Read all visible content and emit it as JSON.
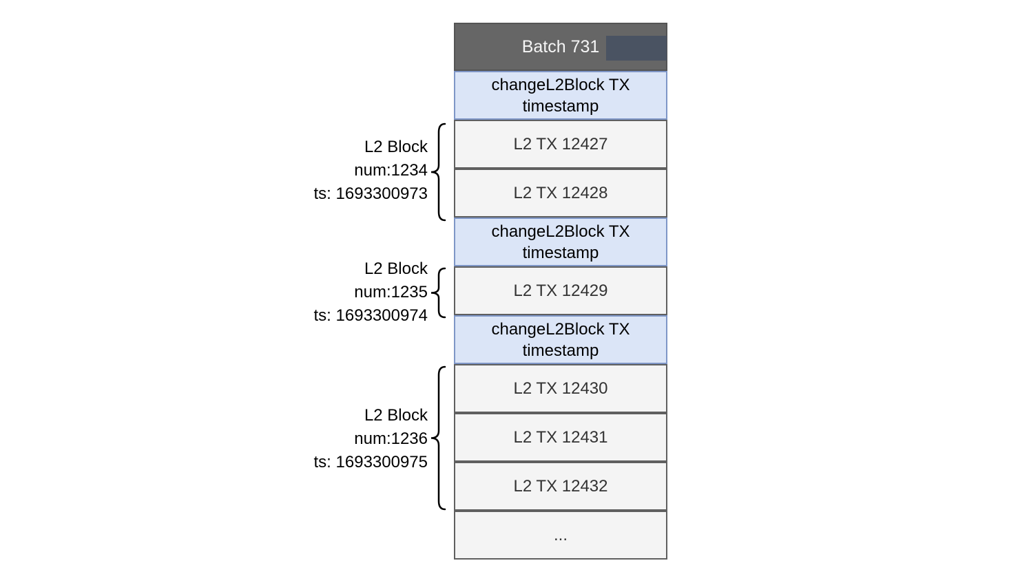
{
  "batch": {
    "title": "Batch 731"
  },
  "table": {
    "rows": [
      {
        "kind": "change",
        "line1": "changeL2Block TX",
        "line2": "timestamp"
      },
      {
        "kind": "tx",
        "label": "L2 TX 12427"
      },
      {
        "kind": "tx",
        "label": "L2 TX 12428"
      },
      {
        "kind": "change",
        "line1": "changeL2Block TX",
        "line2": "timestamp"
      },
      {
        "kind": "tx",
        "label": "L2 TX 12429"
      },
      {
        "kind": "change",
        "line1": "changeL2Block TX",
        "line2": "timestamp"
      },
      {
        "kind": "tx",
        "label": "L2 TX 12430"
      },
      {
        "kind": "tx",
        "label": "L2 TX 12431"
      },
      {
        "kind": "tx",
        "label": "L2 TX 12432"
      },
      {
        "kind": "ellipsis",
        "label": "..."
      }
    ]
  },
  "blocks": [
    {
      "line1": "L2 Block",
      "line2": "num:1234",
      "line3": "ts: 1693300973"
    },
    {
      "line1": "L2 Block",
      "line2": "num:1235",
      "line3": "ts: 1693300974"
    },
    {
      "line1": "L2 Block",
      "line2": "num:1236",
      "line3": "ts: 1693300975"
    }
  ],
  "colors": {
    "header_bg": "#666666",
    "header_border": "#545454",
    "header_text": "#f5f5f5",
    "highlight_box": "#4a5362",
    "change_row_bg": "#dbe5f7",
    "change_row_border": "#7e96c7",
    "tx_row_bg": "#f4f4f4",
    "tx_row_border": "#5f5f5f",
    "brace": "#000000"
  }
}
